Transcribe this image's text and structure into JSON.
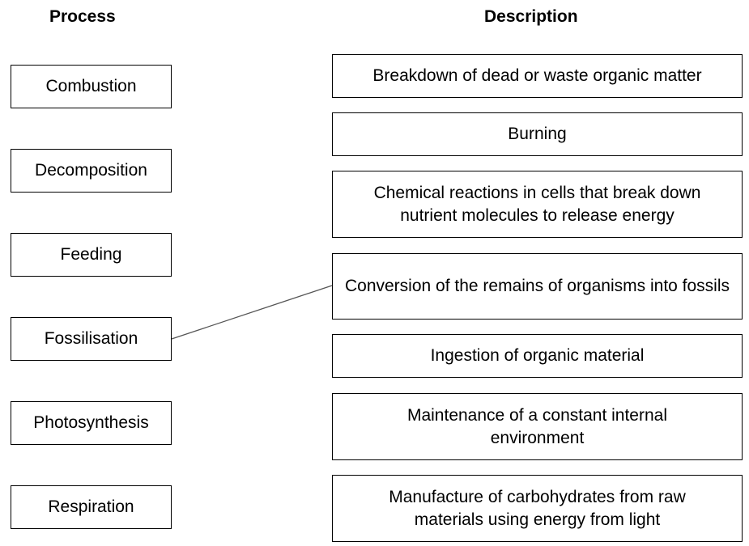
{
  "headings": {
    "process": "Process",
    "description": "Description"
  },
  "processes": [
    "Combustion",
    "Decomposition",
    "Feeding",
    "Fossilisation",
    "Photosynthesis",
    "Respiration"
  ],
  "descriptions": [
    "Breakdown of dead or waste organic matter",
    "Burning",
    "Chemical reactions in cells that break down nutrient molecules to release energy",
    "Conversion of the remains of organisms into fossils",
    "Ingestion of organic material",
    "Maintenance of a constant internal environment",
    "Manufacture of carbohydrates from raw materials using energy from light"
  ],
  "connection": {
    "from_process": "Fossilisation",
    "to_description": "Conversion of the remains of organisms into fossils"
  }
}
